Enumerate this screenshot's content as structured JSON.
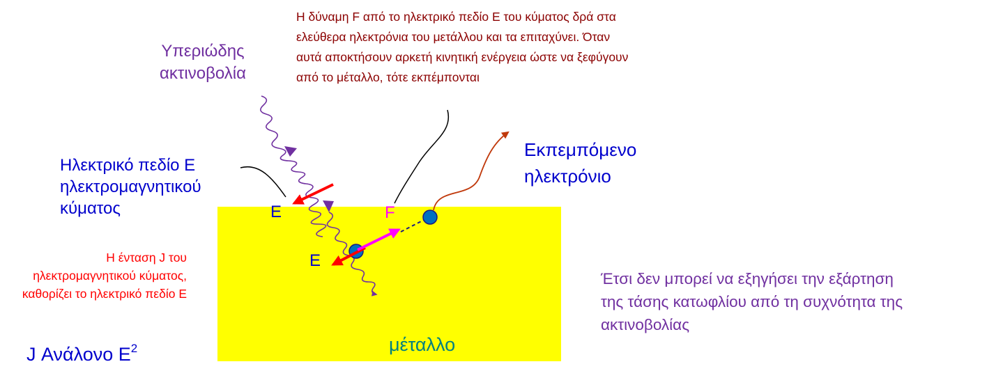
{
  "labels": {
    "uv_line1": "Υπεριώδης",
    "uv_line2": "ακτινοβολία",
    "force_note_line1": "Η δύναμη F από το ηλεκτρικό πεδίο Ε του κύματος δρά στα",
    "force_note_line2": "ελεύθερα ηλεκτρόνια του μετάλλου και τα επιταχύνει. Όταν",
    "force_note_line3": "αυτά αποκτήσουν αρκετή κινητική ενέργεια ώστε να ξεφύγουν",
    "force_note_line4": "από το μέταλλο, τότε εκπέμπονται",
    "efield_line1": "Ηλεκτρικό πεδίο Ε",
    "efield_line2": "ηλεκτρομαγνητικού",
    "efield_line3": "κύματος",
    "emitted_line1": "Εκπεμπόμενο",
    "emitted_line2": "ηλεκτρόνιο",
    "intensity_note": "Η ένταση J του ηλεκτρομαγνητικού κύματος, καθορίζει το ηλεκτρικό πεδίο Ε",
    "proportional_base": "J  Ανάλονο E",
    "proportional_sup": "2",
    "conclusion_line1": "Έτσι δεν μπορεί να εξηγήσει την εξάρτηση",
    "conclusion_line2": "της τάσης κατωφλίου από τη συχνότητα της",
    "conclusion_line3": "ακτινοβολίας",
    "metal": "μέταλλο",
    "e_vector_top": "E",
    "f_vector": "F",
    "e_vector_low": "E"
  },
  "colors": {
    "metal_fill": "#ffff00",
    "uv_ray": "#7030a0",
    "electric_field_arrow": "#ff0000",
    "force_arrow": "#ff00ff",
    "electron_fill": "#0070c0",
    "emission_path": "#c0390b",
    "pointer_line": "#000000"
  },
  "icons": {
    "electron": "blue-dot",
    "uv_ray": "wavy-arrow",
    "field": "straight-arrow"
  }
}
